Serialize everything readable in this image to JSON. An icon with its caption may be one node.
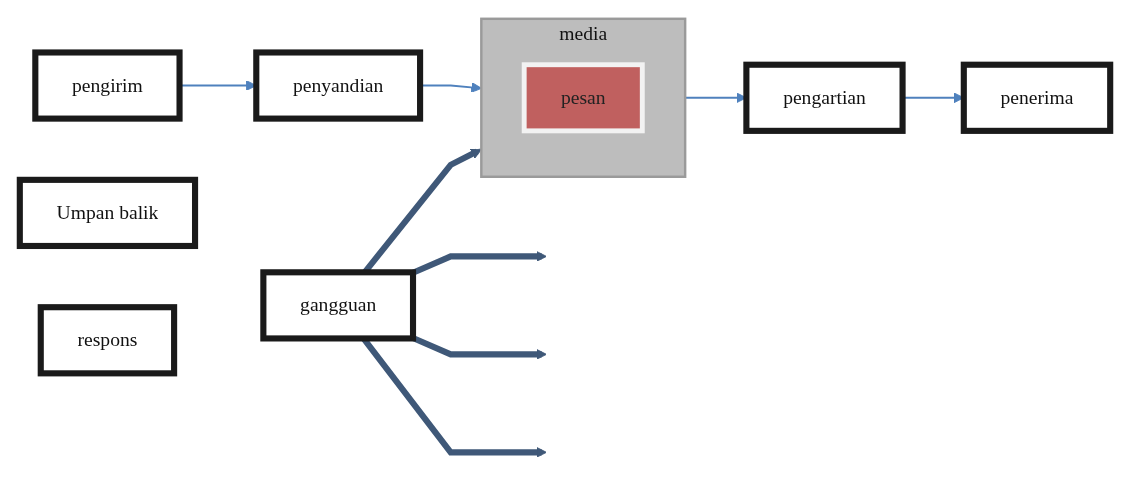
{
  "diagram": {
    "nodes": [
      {
        "text": [
          "pengirim"
        ]
      },
      {
        "text": [
          "penyandian"
        ]
      },
      {
        "text": [
          "media"
        ]
      },
      {
        "text": [
          "pesan"
        ],
        "in": 2
      },
      {
        "text": [
          "pengartian"
        ]
      },
      {
        "text": [
          "penerima"
        ]
      },
      {
        "text": [
          "gangguan"
        ]
      },
      {
        "text": [
          "Umpan balik"
        ]
      },
      {
        "text": [
          "respons"
        ]
      }
    ],
    "edges": [
      {
        "from": 0,
        "to": 1,
        "arrow": "to"
      },
      {
        "from": 1,
        "to": 2,
        "arrow": "to"
      },
      {
        "from": 2,
        "to": 4,
        "arrow": "to"
      },
      {
        "from": 4,
        "to": 5,
        "arrow": "to"
      },
      {
        "from": 6,
        "to": 2,
        "arrow": "to",
        "style": "thick",
        "color": "#3f5878"
      },
      {
        "from": 6,
        "to": null,
        "arrow": "to",
        "style": "thick",
        "color": "#3f5878"
      },
      {
        "from": 6,
        "to": null,
        "arrow": "to",
        "style": "thick",
        "color": "#3f5878"
      },
      {
        "from": 6,
        "to": null,
        "arrow": "to",
        "style": "thick",
        "color": "#3f5878"
      }
    ]
  }
}
